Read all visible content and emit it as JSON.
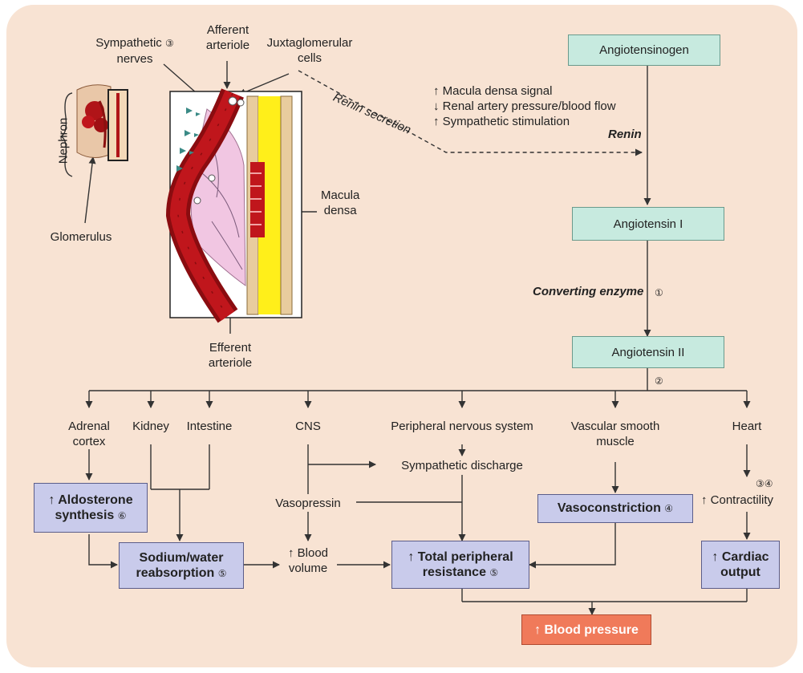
{
  "illustration": {
    "nephron": "Nephron",
    "glomerulus": "Glomerulus",
    "sympathetic_nerves": "Sympathetic",
    "sympathetic_nerves_2": "nerves",
    "sympathetic_marker": "③",
    "afferent": "Afferent",
    "afferent_2": "arteriole",
    "juxta": "Juxtaglomerular",
    "juxta_2": "cells",
    "renin_secretion": "Renin secretion",
    "macula": "Macula",
    "macula_2": "densa",
    "efferent": "Efferent",
    "efferent_2": "arteriole"
  },
  "stimuli": [
    "↑ Macula densa signal",
    "↓ Renal artery pressure/blood flow",
    "↑ Sympathetic stimulation"
  ],
  "cascade": {
    "angiotensinogen": "Angiotensinogen",
    "renin": "Renin",
    "angiotensin1": "Angiotensin I",
    "converting": "Converting enzyme",
    "converting_marker": "①",
    "angiotensin2": "Angiotensin II",
    "ang2_marker": "②"
  },
  "targets": {
    "adrenal": "Adrenal",
    "adrenal_2": "cortex",
    "kidney": "Kidney",
    "intestine": "Intestine",
    "cns": "CNS",
    "pns": "Peripheral nervous system",
    "vsm": "Vascular smooth",
    "vsm_2": "muscle",
    "heart": "Heart"
  },
  "effects": {
    "aldosterone": "↑ Aldosterone",
    "aldosterone_2": "synthesis",
    "aldosterone_marker": "⑥",
    "sodium": "Sodium/water",
    "sodium_2": "reabsorption",
    "sodium_marker": "⑤",
    "sympathetic_discharge": "Sympathetic discharge",
    "vasopressin": "Vasopressin",
    "blood_volume": "↑ Blood",
    "blood_volume_2": "volume",
    "vasoconstriction": "Vasoconstriction",
    "vasoconstriction_marker": "④",
    "contractility": "↑ Contractility",
    "contractility_marker": "③④",
    "tpr": "↑ Total peripheral",
    "tpr_2": "resistance",
    "tpr_marker": "⑤",
    "cardiac": "↑ Cardiac",
    "cardiac_2": "output",
    "bp": "↑ Blood pressure"
  },
  "colors": {
    "background": "#f8e3d3",
    "cascade_box": "#c7eadf",
    "effect_box": "#c9cbeb",
    "result_box": "#f07a5a",
    "vessel": "#c0161c",
    "macula_yellow": "#ffef1a"
  }
}
